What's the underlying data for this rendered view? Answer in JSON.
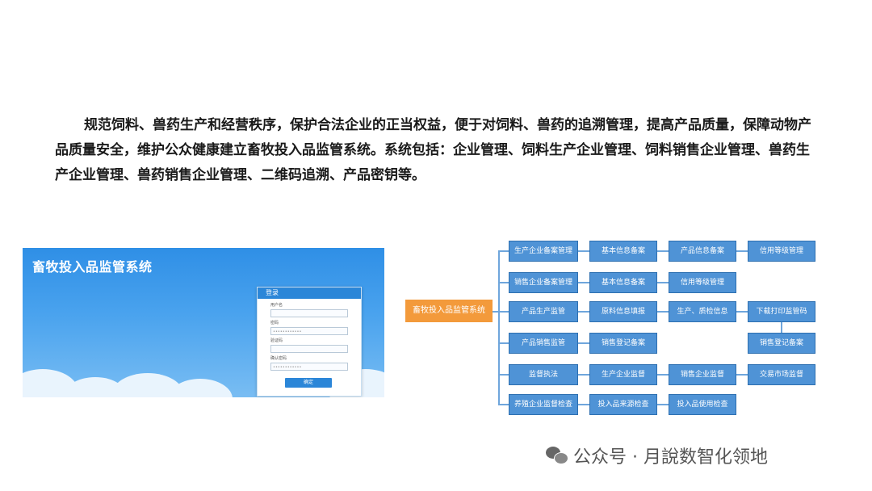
{
  "intro_text": "规范饲料、兽药生产和经营秩序，保护合法企业的正当权益，便于对饲料、兽药的追溯管理，提高产品质量，保障动物产品质量安全，维护公众健康建立畜牧投入品监管系统。系统包括：企业管理、饲料生产企业管理、饲料销售企业管理、兽药生产企业管理、兽药销售企业管理、二维码追溯、产品密钥等。",
  "login_screenshot": {
    "app_title": "畜牧投入品监管系统",
    "dialog_title": "登录",
    "fields": [
      {
        "label": "用户名",
        "placeholder": ""
      },
      {
        "label": "密码",
        "placeholder": "••••••••••••"
      },
      {
        "label": "验证码",
        "placeholder": ""
      },
      {
        "label": "确认密码",
        "placeholder": "••••••••••••"
      }
    ],
    "submit_label": "确定"
  },
  "diagram": {
    "root": "畜牧投入品监管系统",
    "rows": [
      {
        "category": "生产企业备案管理",
        "children": [
          "基本信息备案",
          "产品信息备案",
          "信用等级管理"
        ]
      },
      {
        "category": "销售企业备案管理",
        "children": [
          "基本信息备案",
          "信用等级管理"
        ]
      },
      {
        "category": "产品生产监管",
        "children": [
          "原料信息填报",
          "生产、质检信息",
          "下载打印监管码"
        ]
      },
      {
        "category": "产品销售监管",
        "children": [
          "销售登记备案",
          "销售登记备案"
        ]
      },
      {
        "category": "监督执法",
        "children": [
          "生产企业监督",
          "销售企业监督",
          "交易市场监督"
        ]
      },
      {
        "category": "养殖企业监督检查",
        "children": [
          "投入品来源检查",
          "投入品使用检查"
        ]
      }
    ],
    "colors": {
      "root": "#f39a3b",
      "node": "#4f93d6",
      "line": "#6fa6dc"
    }
  },
  "watermark": "公众号 · 月說数智化领地"
}
